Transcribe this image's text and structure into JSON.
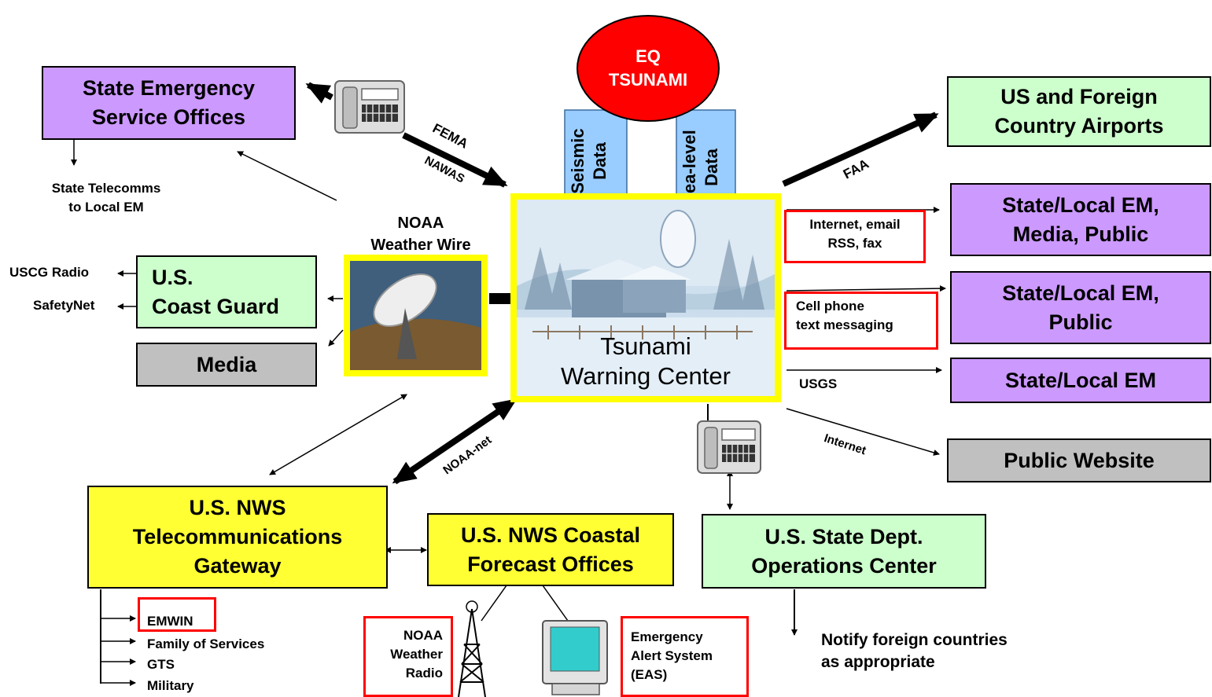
{
  "event": "EQ\nTSUNAMI",
  "center": "Tsunami\nWarning Center",
  "inputs": {
    "seismic": "Seismic\nData",
    "sealevel": "Sea-level\nData"
  },
  "noaa_weather_wire": "NOAA\nWeather Wire",
  "boxes": {
    "state_emergency": "State Emergency\nService Offices",
    "coast_guard": "U.S.\nCoast Guard",
    "media": "Media",
    "nws_gateway": "U.S. NWS\nTelecommunications\nGateway",
    "nws_coastal": "U.S. NWS Coastal\nForecast Offices",
    "state_dept": "U.S. State Dept.\nOperations Center",
    "airports": "US and Foreign\nCountry Airports",
    "em_media_public": "State/Local EM,\nMedia, Public",
    "em_public": "State/Local EM,\nPublic",
    "em": "State/Local EM",
    "public_website": "Public Website"
  },
  "channels": {
    "fema": "FEMA",
    "nawas": "NAWAS",
    "faa": "FAA",
    "internet_email": "Internet, email\nRSS, fax",
    "cell_phone": "Cell phone\ntext messaging",
    "usgs": "USGS",
    "internet": "Internet",
    "noaa_net": "NOAA-net"
  },
  "notes": {
    "state_telecomms": "State Telecomms\nto Local EM",
    "uscg_radio": "USCG Radio",
    "safetynet": "SafetyNet",
    "notify_foreign": "Notify foreign countries\nas appropriate"
  },
  "gateway_outputs": [
    "EMWIN",
    "Family of Services",
    "GTS",
    "Military"
  ],
  "noaa_weather_radio": "NOAA\nWeather\nRadio",
  "eas": "Emergency\nAlert System\n(EAS)"
}
